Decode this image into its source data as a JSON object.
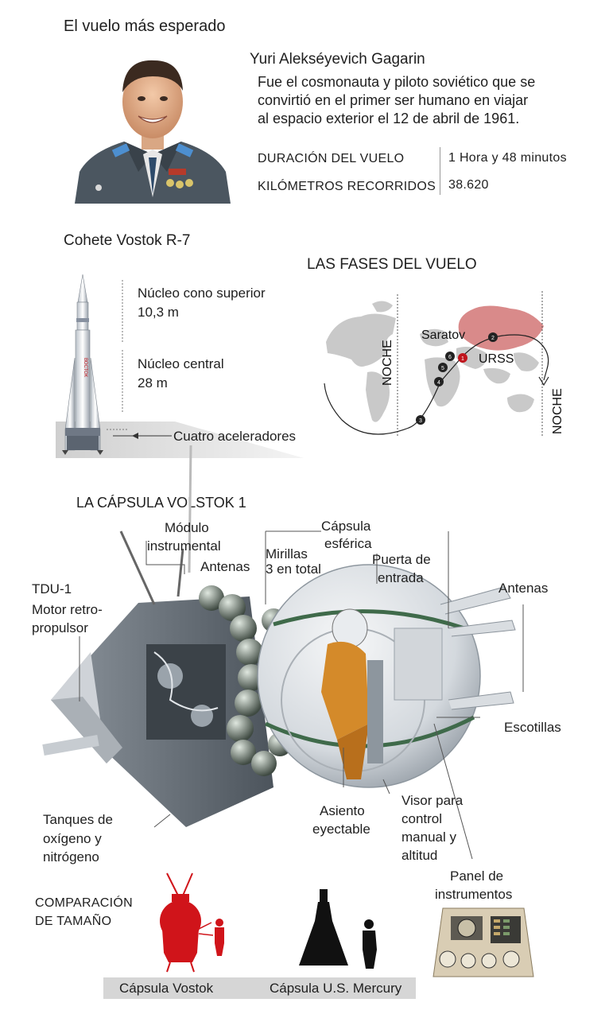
{
  "header": {
    "title": "El vuelo más esperado",
    "person_name": "Yuri Alekséyevich Gagarin",
    "bio_lines": [
      "Fue el cosmonauta y piloto soviético que se",
      "convirtió en el primer ser humano en viajar",
      "al espacio exterior el 12 de abril de 1961."
    ],
    "stats": [
      {
        "label": "DURACIÓN DEL VUELO",
        "value": "1 Hora y 48 minutos"
      },
      {
        "label": "KILÓMETROS RECORRIDOS",
        "value": "38.620"
      }
    ]
  },
  "rocket": {
    "title": "Cohete Vostok R-7",
    "top_label": "Núcleo cono superior",
    "top_value": "10,3 m",
    "core_label": "Núcleo central",
    "core_value": "28 m",
    "boosters_label": "Cuatro aceleradores",
    "body_text": "ВОСТОК"
  },
  "phases": {
    "title": "LAS FASES DEL VUELO",
    "night_left": "NOCHE",
    "night_right": "NOCHE",
    "city": "Saratov",
    "country": "URSS",
    "markers": [
      "1",
      "2",
      "3",
      "4",
      "5",
      "6"
    ],
    "colors": {
      "ussr": "#d98a8a",
      "marker_start": "#c0141c",
      "marker": "#222222",
      "land": "#c9c9c9"
    }
  },
  "capsule": {
    "title": "LA CÁPSULA VOLSTOK 1",
    "labels": {
      "modulo": [
        "Módulo",
        "instrumental"
      ],
      "antenas_left": "Antenas",
      "mirillas": [
        "Mirillas",
        "3 en total"
      ],
      "capsula": [
        "Cápsula",
        "esférica"
      ],
      "puerta": [
        "Puerta de",
        "entrada"
      ],
      "antenas_right": "Antenas",
      "tdu": [
        "TDU-1",
        "Motor retro-",
        "propulsor"
      ],
      "escotillas": "Escotillas",
      "tanques": [
        "Tanques de",
        "oxígeno y",
        "nitrógeno"
      ],
      "asiento": [
        "Asiento",
        "eyectable"
      ],
      "visor": [
        "Visor para",
        "control",
        "manual y",
        "altitud"
      ],
      "panel": [
        "Panel de",
        "instrumentos"
      ]
    }
  },
  "comparison": {
    "title_lines": [
      "COMPARACIÓN",
      "DE TAMAÑO"
    ],
    "vostok_label": "Cápsula Vostok",
    "mercury_label": "Cápsula U.S. Mercury",
    "colors": {
      "vostok": "#d0141a",
      "mercury": "#111111",
      "band": "#d6d6d6"
    }
  }
}
